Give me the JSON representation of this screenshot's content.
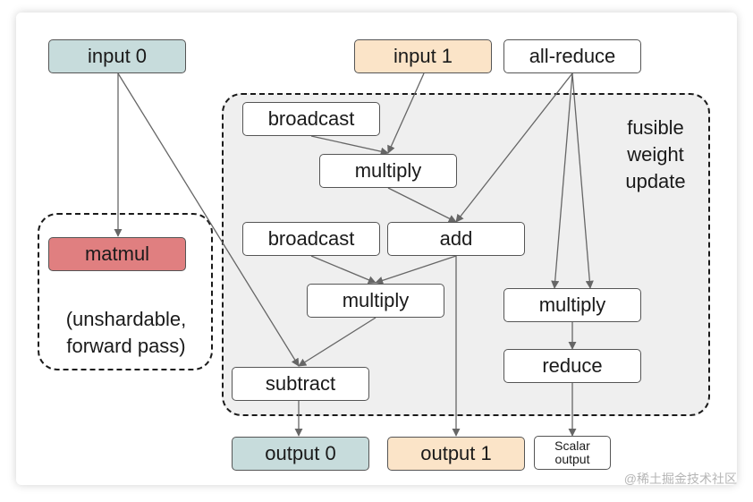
{
  "nodes": {
    "input0": "input 0",
    "input1": "input 1",
    "allreduce": "all-reduce",
    "broadcast1": "broadcast",
    "multiply1": "multiply",
    "broadcast2": "broadcast",
    "add": "add",
    "multiply2": "multiply",
    "multiply3": "multiply",
    "reduce": "reduce",
    "subtract": "subtract",
    "matmul": "matmul",
    "output0": "output 0",
    "output1": "output 1",
    "scalar_output": [
      "Scalar",
      "output"
    ]
  },
  "regions": {
    "fusible": [
      "fusible",
      "weight",
      "update"
    ],
    "unshardable": [
      "(unshardable,",
      "forward pass)"
    ]
  },
  "colors": {
    "input0_output0": "#c7dcdc",
    "input1_output1": "#fbe4c8",
    "matmul": "#e07f80",
    "fusible_region": "#efefef"
  },
  "watermark": "@稀土掘金技术社区"
}
